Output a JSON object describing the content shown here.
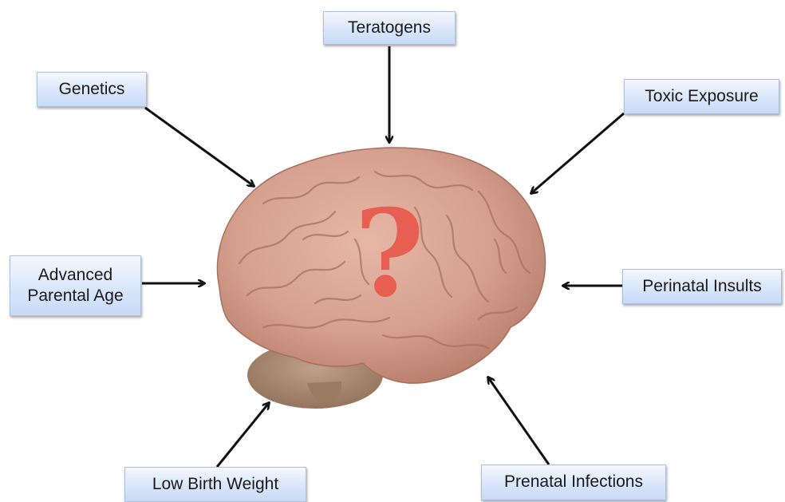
{
  "factors": {
    "teratogens": "Teratogens",
    "genetics": "Genetics",
    "toxic_exposure": "Toxic Exposure",
    "advanced_parental_age": "Advanced\nParental Age",
    "perinatal_insults": "Perinatal Insults",
    "low_birth_weight": "Low Birth Weight",
    "prenatal_infections": "Prenatal Infections"
  },
  "center": {
    "symbol": "?",
    "image": "brain"
  },
  "colors": {
    "box_fill_top": "#f4f8fe",
    "box_fill_bottom": "#c8daf6",
    "box_border": "#aebfda",
    "arrow": "#111111",
    "brain": "#d6a08e",
    "cerebellum": "#a88a72",
    "question_mark": "#e8574a"
  }
}
